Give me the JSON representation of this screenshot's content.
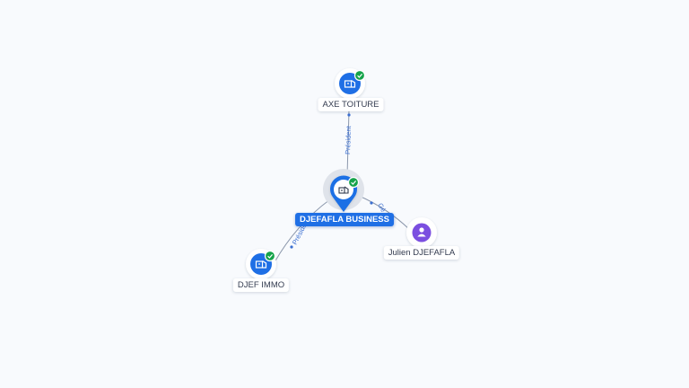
{
  "colors": {
    "company": "#1f6fe5",
    "person": "#7b4fe0",
    "check": "#15a34a",
    "edge": "#8a96ab",
    "edge_label": "#3b6fd1"
  },
  "nodes": {
    "center": {
      "label": "DJEFAFLA BUSINESS",
      "icon": "building-icon",
      "verified": true
    },
    "axe": {
      "label": "AXE TOITURE",
      "icon": "building-icon",
      "verified": true
    },
    "djef": {
      "label": "DJEF IMMO",
      "icon": "building-icon",
      "verified": true
    },
    "julien": {
      "label": "Julien DJEFAFLA",
      "icon": "person-icon",
      "verified": false
    }
  },
  "edges": {
    "axe": {
      "label": "Président"
    },
    "djef": {
      "label": "Préside"
    },
    "julien": {
      "label": "Gé"
    }
  }
}
